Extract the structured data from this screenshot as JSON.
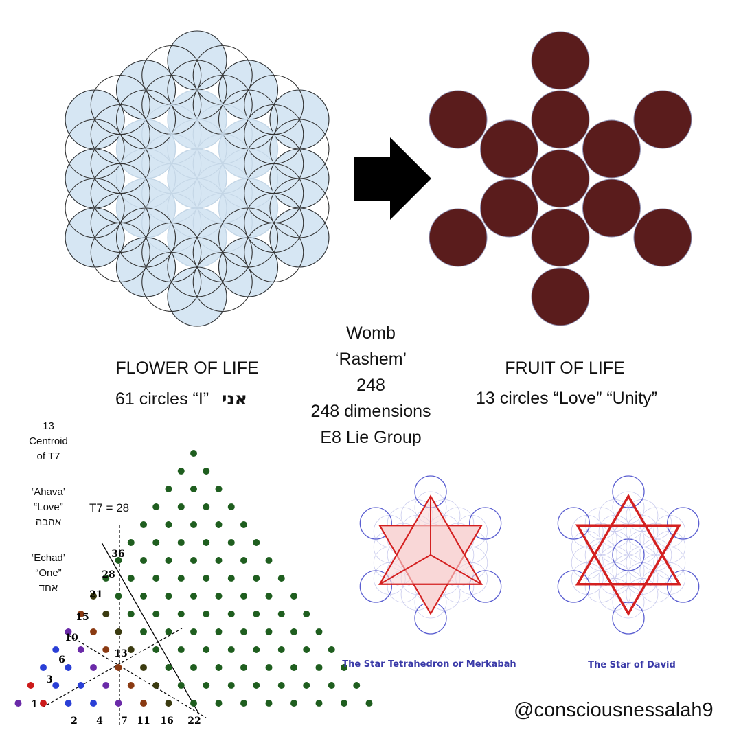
{
  "flower": {
    "title": "FLOWER OF LIFE",
    "subtitle_prefix": "61 circles “I”",
    "subtitle_hebrew": "אני",
    "fill_color": "#d6e6f3",
    "stroke_color": "#333333"
  },
  "arrow": {
    "icon": "right-arrow-icon",
    "color": "#000000"
  },
  "fruit": {
    "title": "FRUIT OF LIFE",
    "subtitle": "13 circles “Love” “Unity”",
    "fill_color": "#5a1c1c"
  },
  "womb": {
    "lines": [
      "Womb",
      "‘Rashem’",
      "248",
      "248 dimensions",
      "E8 Lie Group"
    ]
  },
  "left_notes": {
    "centroid": [
      "13",
      "Centroid",
      "of T7"
    ],
    "ahava": [
      "‘Ahava’",
      "“Love”",
      "אהבה"
    ],
    "echad": [
      "‘Echad’",
      "“One”",
      "אחד"
    ]
  },
  "triangle": {
    "t7_label": "T7 = 28",
    "centroid_label": "13",
    "left_edge_labels": [
      "1",
      "3",
      "6",
      "10",
      "15",
      "21",
      "28",
      "36"
    ],
    "bottom_labels": [
      "2",
      "4",
      "7",
      "11",
      "16",
      "22"
    ],
    "colors": {
      "green": "#1f5e1f",
      "red": "#cc1a1a",
      "blue": "#2a3fd6",
      "purple": "#6a2aa8",
      "brown": "#8a3a12",
      "olive": "#3b3b10"
    }
  },
  "merkabah": {
    "caption": "The Star Tetrahedron or Merkabah",
    "star_color": "#d42020",
    "fill_color": "#f9d7d7",
    "circle_color": "#5b5fd1"
  },
  "david": {
    "caption": "The Star of David",
    "star_color": "#d42020",
    "circle_color": "#5b5fd1"
  },
  "handle": "@consciousnessalah9"
}
